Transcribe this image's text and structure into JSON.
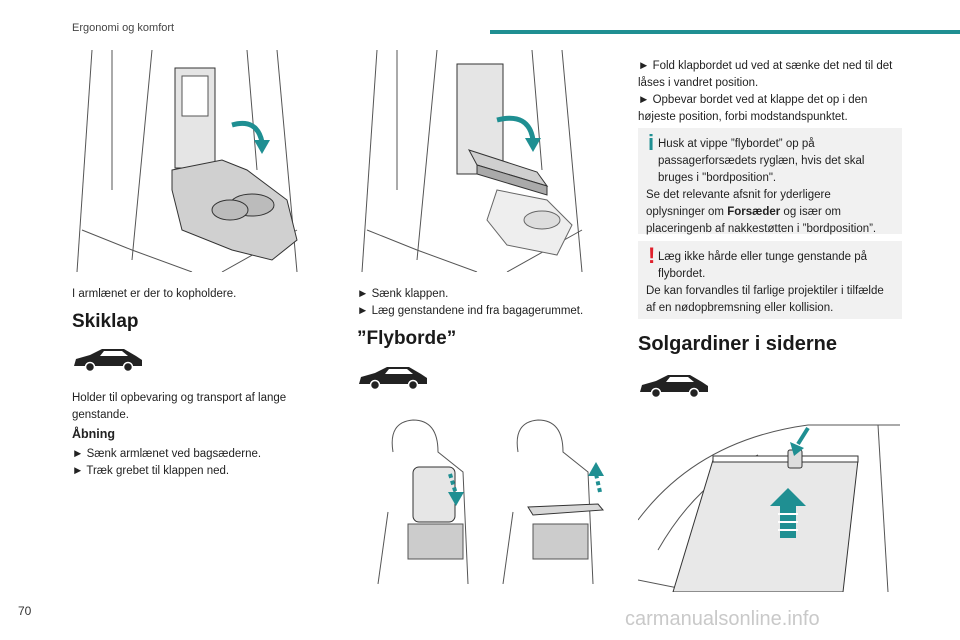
{
  "header": {
    "title": "Ergonomi og komfort"
  },
  "page_number": "70",
  "watermark": "carmanualsonline.info",
  "colors": {
    "accent": "#1f8f92",
    "warning": "#e0202c",
    "info": "#1f8f92",
    "note_bg": "#f1f1f1"
  },
  "col1": {
    "caption": "I armlænet er der to kopholdere.",
    "skiklap_heading": "Skiklap",
    "skiklap_text": "Holder til opbevaring og transport af lange genstande.",
    "aabning_heading": "Åbning",
    "steps": [
      "► Sænk armlænet ved bagsæderne.",
      "► Træk grebet til klappen ned."
    ]
  },
  "col2": {
    "steps": [
      "► Sænk klappen.",
      "► Læg genstandene ind fra bagagerummet."
    ],
    "flyborde_heading": "”Flyborde”"
  },
  "col3": {
    "steps": [
      "► Fold klapbordet ud ved at sænke det ned til det låses i vandret position.",
      "► Opbevar bordet ved at klappe det op i den højeste position, forbi modstandspunktet."
    ],
    "info_note": {
      "icon": "i",
      "text_a": "Husk at vippe ”flybordet” op på passagerforsædets ryglæn, hvis det skal bruges i \"bordposition\".",
      "text_b_pre": "Se det relevante afsnit for yderligere oplysninger om ",
      "text_b_bold": "Forsæder",
      "text_b_post": " og især om placeringenb af nakkestøtten i ”bordposition”."
    },
    "warning_note": {
      "icon": "!",
      "text_a": "Læg ikke hårde eller tunge genstande på flybordet.",
      "text_b": "De kan forvandles til farlige projektiler i tilfælde af en nødopbremsning eller kollision."
    },
    "solgardiner_heading": "Solgardiner i siderne"
  }
}
